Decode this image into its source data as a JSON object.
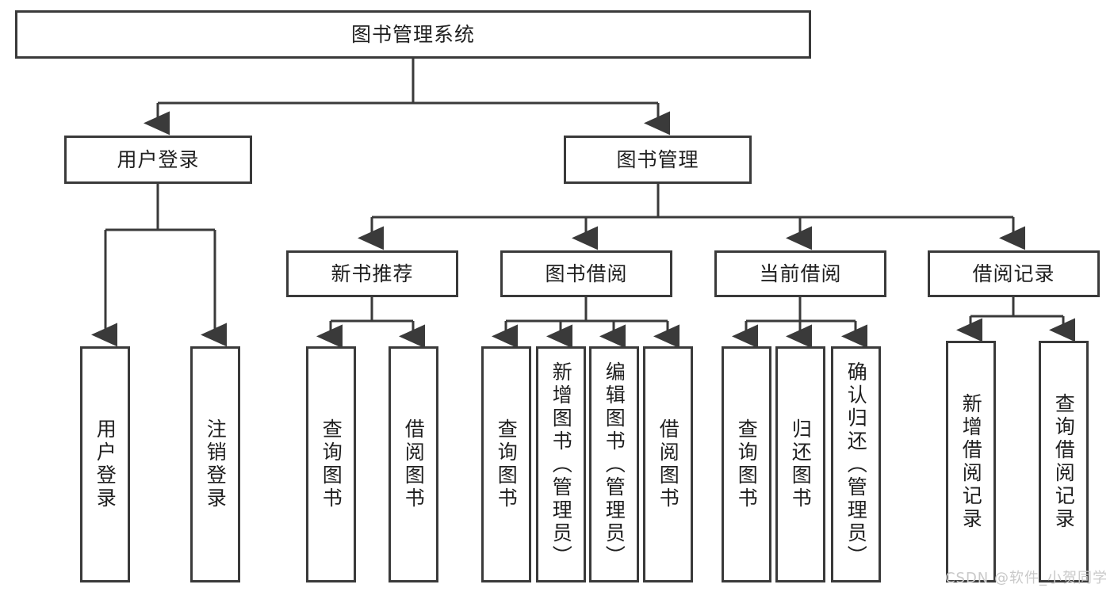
{
  "diagram": {
    "type": "tree",
    "title": "图书管理系统",
    "watermark": "CSDN @软件_小贺同学",
    "colors": {
      "border": "#3a3a3a",
      "background": "#ffffff",
      "text": "#1f1f1f",
      "watermark": "#c9c9c9"
    },
    "nodes": {
      "root": "图书管理系统",
      "user_login": "用户登录",
      "book_manage": "图书管理",
      "new_book_rec": "新书推荐",
      "book_borrow": "图书借阅",
      "current_borrow": "当前借阅",
      "borrow_record": "借阅记录",
      "leaf_user_login": "用户登录",
      "leaf_logout": "注销登录",
      "leaf_query_book_1": "查询图书",
      "leaf_borrow_book_1": "借阅图书",
      "leaf_query_book_2": "查询图书",
      "leaf_add_book": "新增图书（管理员）",
      "leaf_edit_book": "编辑图书（管理员）",
      "leaf_borrow_book_2": "借阅图书",
      "leaf_query_book_3": "查询图书",
      "leaf_return_book": "归还图书",
      "leaf_confirm_return": "确认归还（管理员）",
      "leaf_add_record": "新增借阅记录",
      "leaf_query_record": "查询借阅记录"
    }
  }
}
